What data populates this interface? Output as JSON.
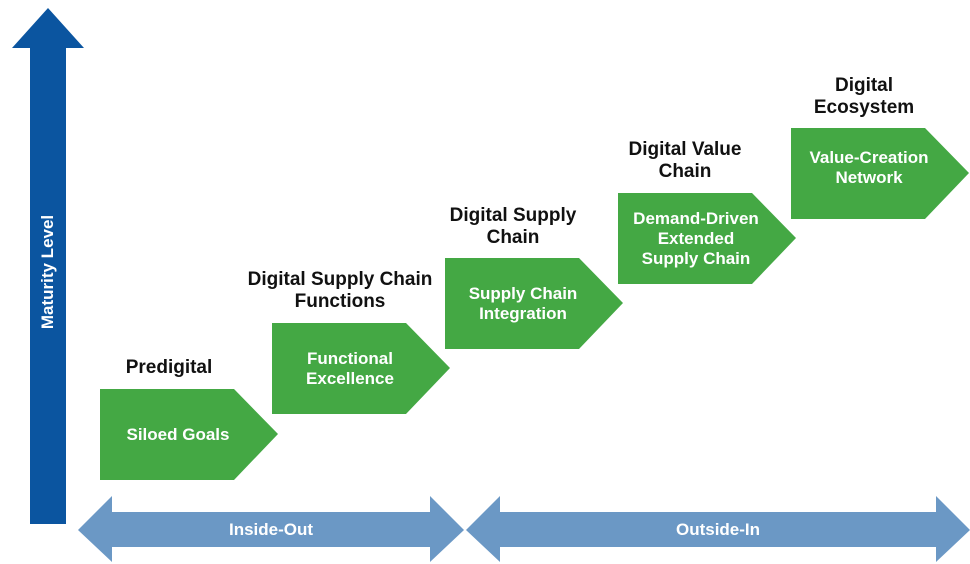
{
  "axis": {
    "label": "Maturity Level"
  },
  "colors": {
    "axis_blue": "#0b55a0",
    "chevron_green": "#44a844",
    "band_blue": "#6b98c5",
    "text": "#111111",
    "label_text": "#ffffff"
  },
  "stages": [
    {
      "title": "Predigital",
      "chevron": "Siloed Goals"
    },
    {
      "title": "Digital Supply Chain\nFunctions",
      "chevron": "Functional\nExcellence"
    },
    {
      "title": "Digital Supply\nChain",
      "chevron": "Supply Chain\nIntegration"
    },
    {
      "title": "Digital Value\nChain",
      "chevron": "Demand-Driven\nExtended\nSupply Chain"
    },
    {
      "title": "Digital\nEcosystem",
      "chevron": "Value-Creation\nNetwork"
    }
  ],
  "bands": [
    {
      "label": "Inside-Out"
    },
    {
      "label": "Outside-In"
    }
  ]
}
